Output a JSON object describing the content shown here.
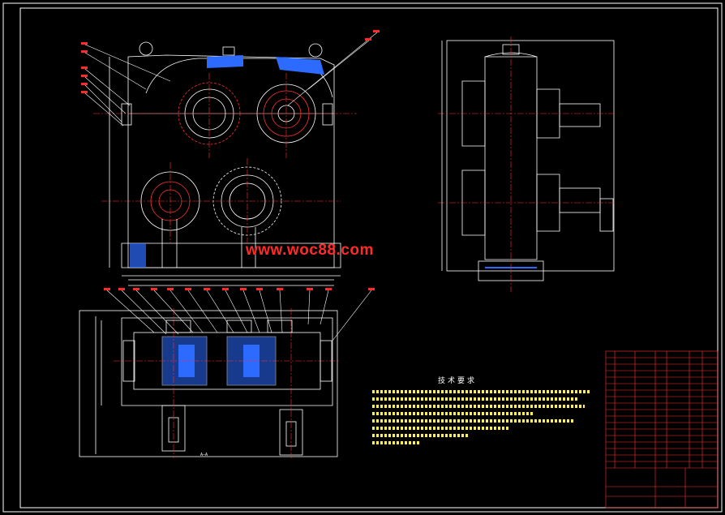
{
  "watermark": "www.woc88.com",
  "tech_requirements_title": "技术要求",
  "section_label_bottom": "A—A",
  "colors": {
    "background": "#000000",
    "outline": "#ffffff",
    "hatch": "#2d6bff",
    "accent_red": "#ff2a2a",
    "center_line": "#ff3030",
    "title_block": "#ff3030",
    "text_yellow": "#ffef5a",
    "dimension": "#ffffff"
  },
  "icons": {
    "lifting-eye": "circle-with-stem",
    "bearing": "concentric-circles",
    "shaft": "rectangle"
  }
}
